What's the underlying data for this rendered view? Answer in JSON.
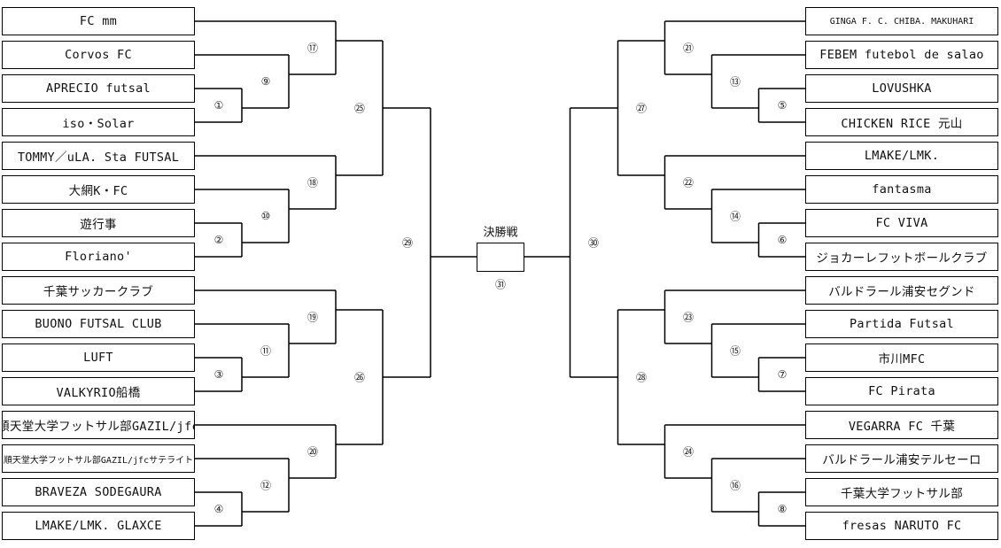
{
  "final": {
    "title": "決勝戦",
    "match": "㉛"
  },
  "left_teams": [
    "FC mm",
    "Corvos FC",
    "APRECIO futsal",
    "iso・Solar",
    "TOMMY／uLA. Sta FUTSAL",
    "大網K・FC",
    "遊行事",
    "Floriano'",
    "千葉サッカークラブ",
    "BUONO FUTSAL CLUB",
    "LUFT",
    "VALKYRIO船橋",
    "順天堂大学フットサル部GAZIL/jfc",
    "順天堂大学フットサル部GAZIL/jfcサテライト",
    "BRAVEZA SODEGAURA",
    "LMAKE/LMK. GLAXCE"
  ],
  "right_teams": [
    "GINGA F. C. CHIBA. MAKUHARI",
    "FEBEM futebol de salao",
    "LOVUSHKA",
    "CHICKEN RICE 元山",
    "LMAKE/LMK.",
    "fantasma",
    "FC VIVA",
    "ジョカーレフットボールクラブ",
    "バルドラール浦安セグンド",
    "Partida Futsal",
    "市川MFC",
    "FC Pirata",
    "VEGARRA FC 千葉",
    "バルドラール浦安テルセーロ",
    "千葉大学フットサル部",
    "fresas NARUTO FC"
  ],
  "left_matches": [
    "①",
    "⑨",
    "⑰",
    "⑱",
    "⑩",
    "②",
    "㉕",
    "③",
    "⑪",
    "⑲",
    "⑳",
    "⑫",
    "④",
    "㉖",
    "㉙"
  ],
  "right_matches": [
    "⑤",
    "⑬",
    "㉑",
    "㉒",
    "⑭",
    "⑥",
    "㉗",
    "⑦",
    "⑮",
    "㉓",
    "㉔",
    "⑯",
    "⑧",
    "㉘",
    "㉚"
  ]
}
